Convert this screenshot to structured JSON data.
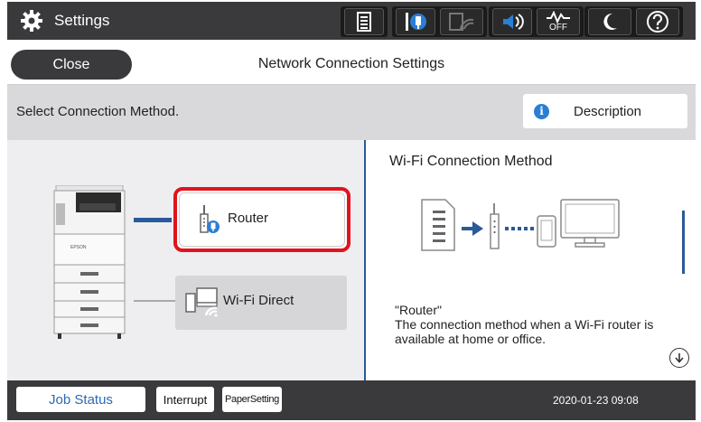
{
  "topbar": {
    "title": "Settings",
    "status_icons": [
      "ink-icon",
      "usb-icon",
      "wifi-icon",
      "speaker-icon",
      "network-off-icon",
      "sleep-icon",
      "help-icon"
    ],
    "network_off_label": "OFF"
  },
  "header": {
    "close_label": "Close",
    "title": "Network Connection Settings"
  },
  "band": {
    "prompt": "Select Connection Method.",
    "description_label": "Description"
  },
  "options": {
    "router_label": "Router",
    "direct_label": "Wi-Fi Direct",
    "selected": "Router"
  },
  "right": {
    "heading": "Wi-Fi Connection Method",
    "desc_title": "\"Router\"",
    "desc_body": "The connection method when a Wi-Fi router is available at home or office."
  },
  "bottom": {
    "job_status_label": "Job Status",
    "interrupt_label": "Interrupt",
    "paper_setting_label": "PaperSetting",
    "datetime": "2020-01-23 09:08"
  },
  "colors": {
    "accent_blue": "#2a5a9a",
    "selection_red": "#e0141e",
    "bar_dark": "#3a3a3c"
  }
}
